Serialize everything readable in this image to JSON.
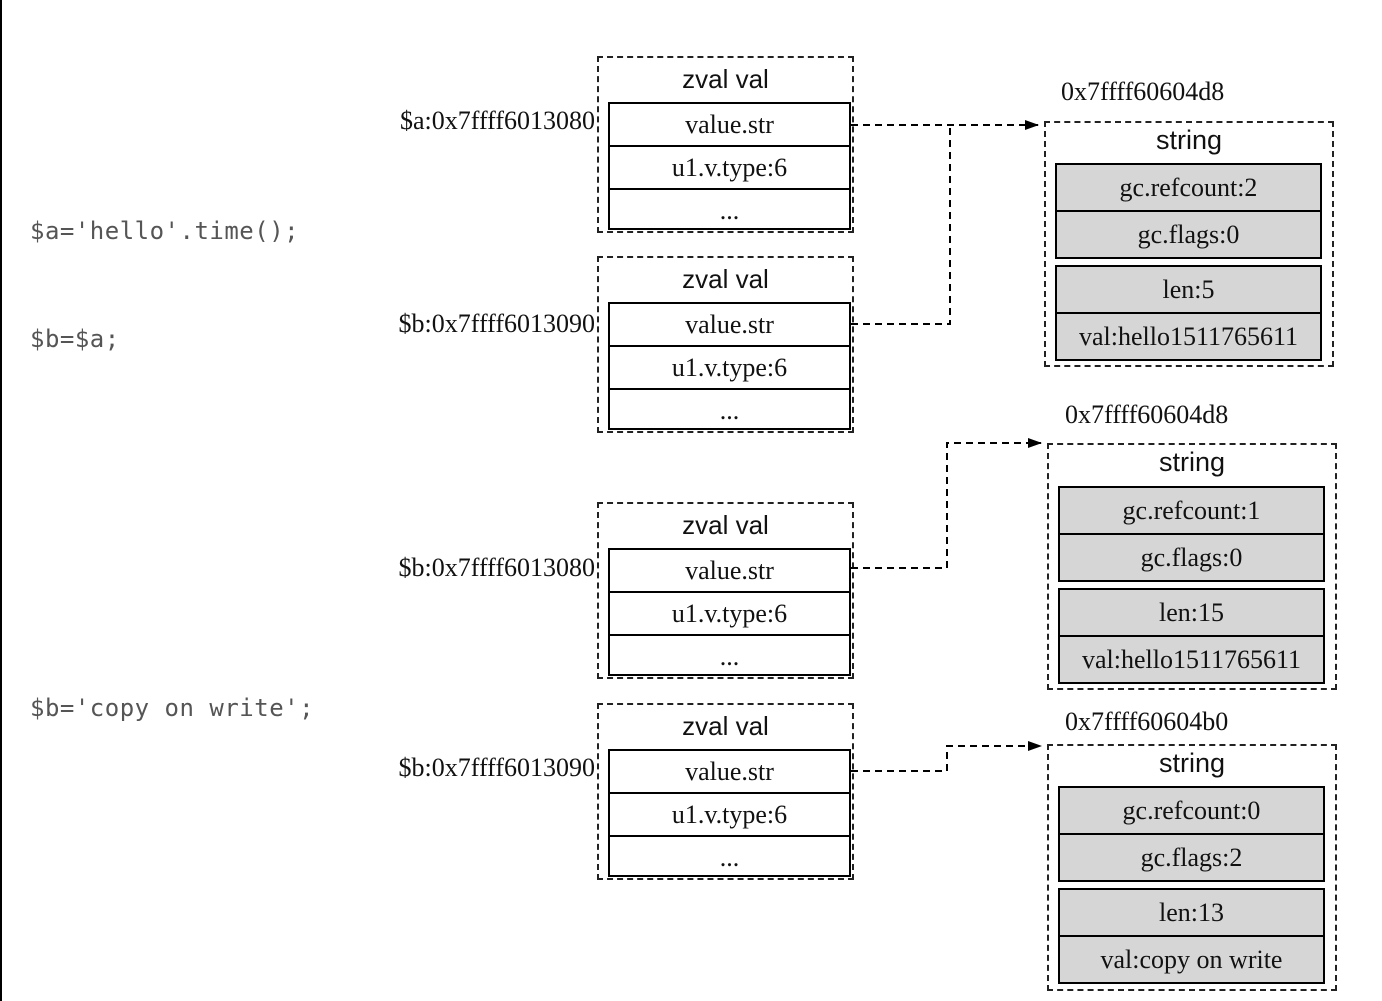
{
  "code": {
    "block1_line1": "$a='hello'.time();",
    "block1_line2": "$b=$a;",
    "block2_line1": "$b='copy on write';"
  },
  "zvals": [
    {
      "label": "$a:0x7ffff6013080",
      "title": "zval val",
      "rows": [
        "value.str",
        "u1.v.type:6",
        "..."
      ]
    },
    {
      "label": "$b:0x7ffff6013090",
      "title": "zval val",
      "rows": [
        "value.str",
        "u1.v.type:6",
        "..."
      ]
    },
    {
      "label": "$b:0x7ffff6013080",
      "title": "zval val",
      "rows": [
        "value.str",
        "u1.v.type:6",
        "..."
      ]
    },
    {
      "label": "$b:0x7ffff6013090",
      "title": "zval val",
      "rows": [
        "value.str",
        "u1.v.type:6",
        "..."
      ]
    }
  ],
  "strings": [
    {
      "address": "0x7ffff60604d8",
      "title": "string",
      "gc_rows": [
        "gc.refcount:2",
        "gc.flags:0"
      ],
      "data_rows": [
        "len:5",
        "val:hello1511765611"
      ]
    },
    {
      "address": "0x7ffff60604d8",
      "title": "string",
      "gc_rows": [
        "gc.refcount:1",
        "gc.flags:0"
      ],
      "data_rows": [
        "len:15",
        "val:hello1511765611"
      ]
    },
    {
      "address": "0x7ffff60604b0",
      "title": "string",
      "gc_rows": [
        "gc.refcount:0",
        "gc.flags:2"
      ],
      "data_rows": [
        "len:13",
        "val:copy on write"
      ]
    }
  ]
}
